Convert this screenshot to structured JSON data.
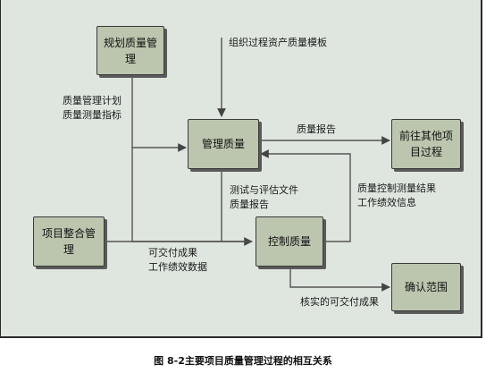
{
  "nodes": {
    "plan_quality": "规划质量管理",
    "manage_quality": "管理质量",
    "control_quality": "控制质量",
    "integration": "项目整合管理",
    "other_processes": "前往其他项目过程",
    "validate_scope": "确认范围"
  },
  "edges": {
    "templates": "组织过程资产质量模板",
    "plan_outputs_1": "质量管理计划",
    "plan_outputs_2": "质量测量指标",
    "quality_reports_out": "质量报告",
    "test_docs_1": "测试与评估文件",
    "test_docs_2": "质量报告",
    "control_results_1": "质量控制测量结果",
    "control_results_2": "工作绩效信息",
    "deliverables_1": "可交付成果",
    "deliverables_2": "工作绩效数据",
    "verified_deliverables": "核实的可交付成果"
  },
  "caption": "图 8-2主要项目质量管理过程的相互关系"
}
